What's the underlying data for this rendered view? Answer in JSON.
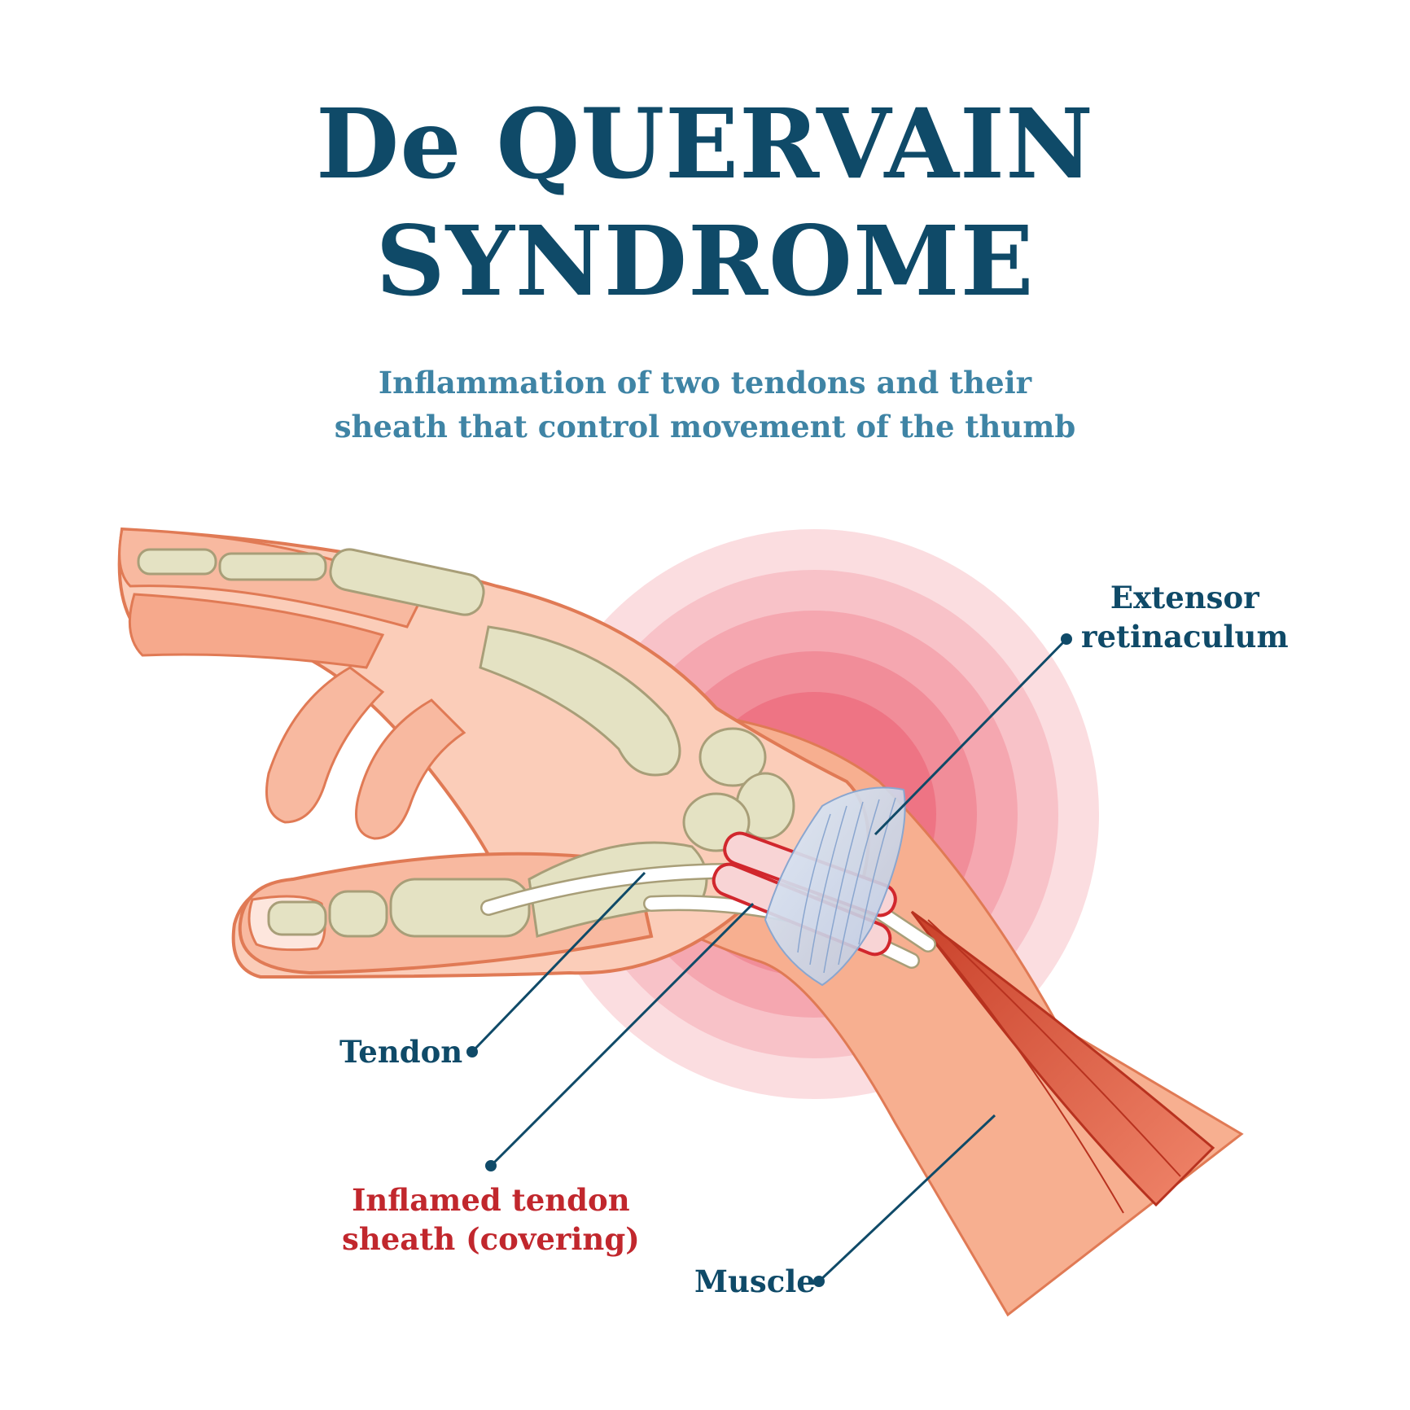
{
  "title": {
    "line1": "De QUERVAIN",
    "line2": "SYNDROME"
  },
  "subtitle": {
    "line1": "Inflammation of two tendons and their",
    "line2": "sheath that control movement of the thumb"
  },
  "labels": {
    "extensor": {
      "line1": "Extensor",
      "line2": "retinaculum"
    },
    "tendon": "Tendon",
    "sheath": {
      "line1": "Inflamed tendon",
      "line2": "sheath (covering)"
    },
    "muscle": "Muscle"
  },
  "colors": {
    "title": "#0f4a68",
    "subtitle": "#3f84a5",
    "label": "#0f4a68",
    "inflamed_label": "#c1272d",
    "skin": "#f9c4ad",
    "bone": "#e4e2c3",
    "muscle": "#e46a4e",
    "inflammation": "#ef6b7c"
  }
}
